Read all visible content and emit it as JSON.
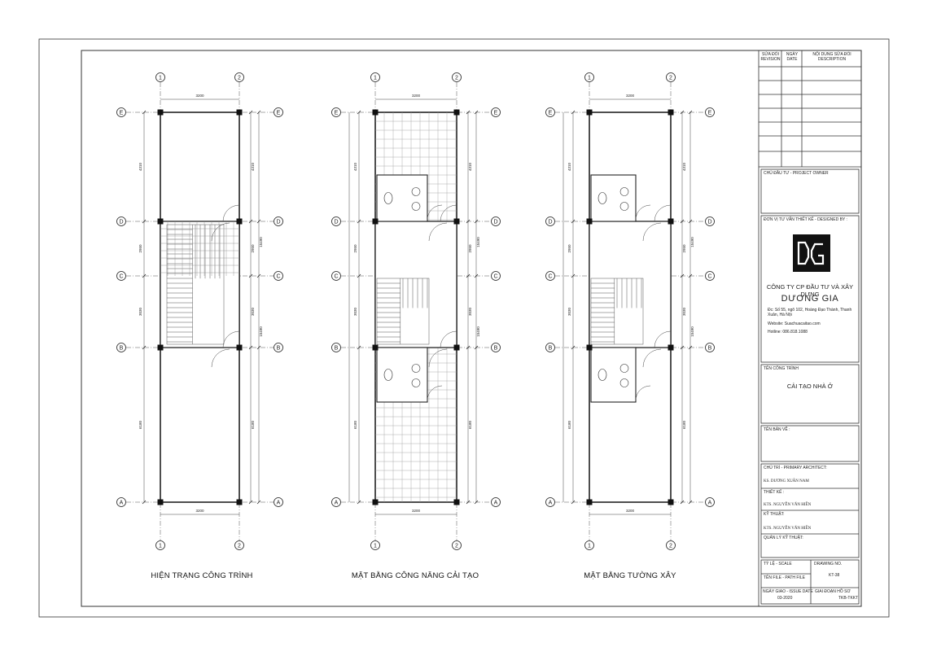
{
  "revision_table": {
    "col1": "SỬA ĐỔI REVISION",
    "col2": "NGÀY DATE",
    "col3": "NỘI DUNG SỬA ĐỔI DESCRIPTION"
  },
  "project_owner_label": "CHỦ ĐẦU TƯ - PROJECT OWNER",
  "designed_by_label": "ĐƠN VỊ TƯ VẤN THIẾT KẾ - DESIGNED BY :",
  "company": {
    "name_line1": "CÔNG TY CP ĐẦU TƯ VÀ XÂY DỰNG",
    "name_line2": "DƯƠNG GIA",
    "address": "Đc: Số 55, ngõ 102, Hoàng Đạo Thành, Thanh Xuân, Hà Nội",
    "website": "Website: Suachuacaitao.com",
    "hotline": "Hotline: 086.818.1088"
  },
  "project": {
    "label": "TÊN CÔNG TRÌNH",
    "value": "CẢI TẠO NHÀ Ở"
  },
  "drawing_name_label": "TÊN BẢN VẼ :",
  "people": {
    "primary_label": "CHỦ TRÌ - PRIMARY ARCHITECT:",
    "primary_value": "KS. DƯƠNG XUÂN NAM",
    "design_label": "THIẾT KẾ :",
    "design_value": "KTS. NGUYỄN VĂN HIỀN",
    "tech_label": "KỸ THUẬT:",
    "tech_value": "KTS. NGUYỄN VĂN HIỀN",
    "qa_label": "QUẢN LÝ KỸ THUẬT:"
  },
  "bottom_block": {
    "scale_label": "TỶ LỆ - SCALE",
    "drawing_no_label": "DRAWING NO.",
    "drawing_no": "KT-38",
    "file_label": "TÊN FILE - PATH FILE",
    "issue_label": "NGÀY GIAO - ISSUE DATE",
    "issue_date": "03-2020",
    "phase_label": "GIAI ĐOẠN HỒ SƠ",
    "phase_value": "TKB-TKKT"
  },
  "plans": [
    {
      "title": "HIỆN TRẠNG CÔNG TRÌNH"
    },
    {
      "title": "MẶT BẰNG CÔNG NĂNG CẢI TẠO"
    },
    {
      "title": "MẶT BẰNG TƯỜNG XÂY"
    }
  ],
  "grid": {
    "cols": [
      "1",
      "2"
    ],
    "rows": [
      "E",
      "D",
      "C",
      "B",
      "A"
    ]
  },
  "dimensions": {
    "width_top": "3200",
    "width_bottom": "3200",
    "left_segments": [
      "4310",
      "2950",
      "3030",
      "6180"
    ],
    "right_total": "15490",
    "right_half": "15490"
  },
  "colors": {
    "line": "#222222",
    "column": "#111111",
    "tile": "#9a9a9a"
  }
}
